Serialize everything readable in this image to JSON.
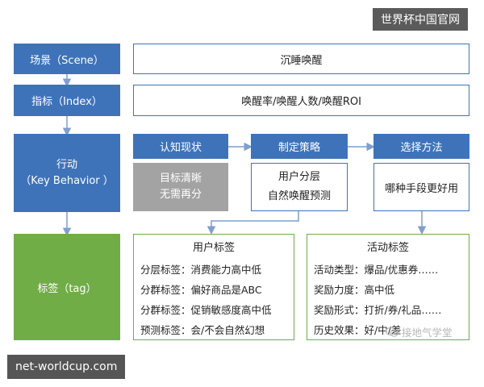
{
  "watermarks": {
    "top": "世界杯中国官网",
    "bottom": "net-worldcup.com",
    "wechat": "接地气学堂"
  },
  "left_column": {
    "scene": "场景（Scene）",
    "index": "指标（Index）",
    "action_line1": "行动",
    "action_line2": "（Key Behavior ）",
    "tag": "标签（tag）"
  },
  "right_column": {
    "scene_value": "沉睡唤醒",
    "index_value": "唤醒率/唤醒人数/唤醒ROI"
  },
  "action_steps": [
    {
      "header": "认知现状",
      "detail_lines": [
        "目标清晰",
        "无需再分"
      ]
    },
    {
      "header": "制定策略",
      "detail_lines": [
        "用户分层",
        "自然唤醒预测"
      ]
    },
    {
      "header": "选择方法",
      "detail_lines": [
        "哪种手段更好用"
      ]
    }
  ],
  "user_tags": {
    "title": "用户标签",
    "lines": [
      "分层标签：消费能力高中低",
      "分群标签：偏好商品是ABC",
      "分群标签：促销敏感度高中低",
      "预测标签：会/不会自然幻想"
    ]
  },
  "activity_tags": {
    "title": "活动标签",
    "lines": [
      "活动类型：爆品/优惠券……",
      "奖励力度：高中低",
      "奖励形式：打折/券/礼品……",
      "历史效果：好/中/差"
    ]
  },
  "colors": {
    "blue": "#3f73b9",
    "green": "#70ad47",
    "gray": "#a3a3a3"
  }
}
